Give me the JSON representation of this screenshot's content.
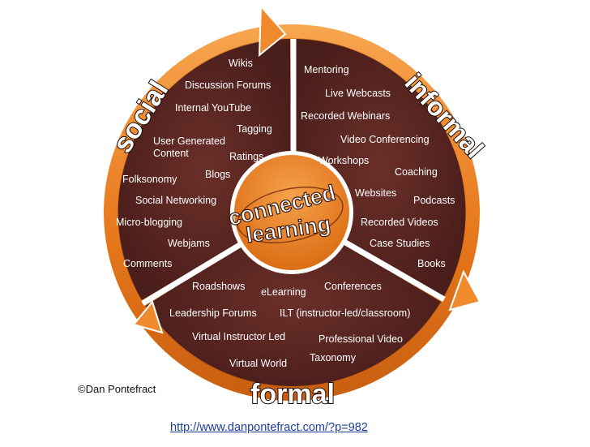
{
  "diagram": {
    "center": {
      "line1": "connected",
      "line2": "learning"
    },
    "labels": {
      "social": "social",
      "informal": "informal",
      "formal": "formal"
    },
    "social_items": [
      "Wikis",
      "Discussion Forums",
      "Internal YouTube",
      "Tagging",
      "User Generated Content",
      "Ratings",
      "Blogs",
      "Folksonomy",
      "Social Networking",
      "Micro-blogging",
      "Webjams",
      "Comments"
    ],
    "informal_items": [
      "Mentoring",
      "Live Webcasts",
      "Recorded Webinars",
      "Video Conferencing",
      "Workshops",
      "Coaching",
      "Websites",
      "Podcasts",
      "Recorded Videos",
      "Case Studies",
      "Books"
    ],
    "formal_items": [
      "Roadshows",
      "eLearning",
      "Conferences",
      "Leadership Forums",
      "ILT (instructor-led/classroom)",
      "Virtual Instructor Led",
      "Professional Video",
      "Taxonomy",
      "Virtual World"
    ],
    "colors": {
      "sector": "#5a2622",
      "ring": "#e8781c",
      "ring_light": "#f6a24a",
      "divider": "#ffffff",
      "hub": "#e9801f"
    }
  },
  "footer": {
    "copyright": "©Dan Pontefract",
    "url": "http://www.danpontefract.com/?p=982"
  }
}
